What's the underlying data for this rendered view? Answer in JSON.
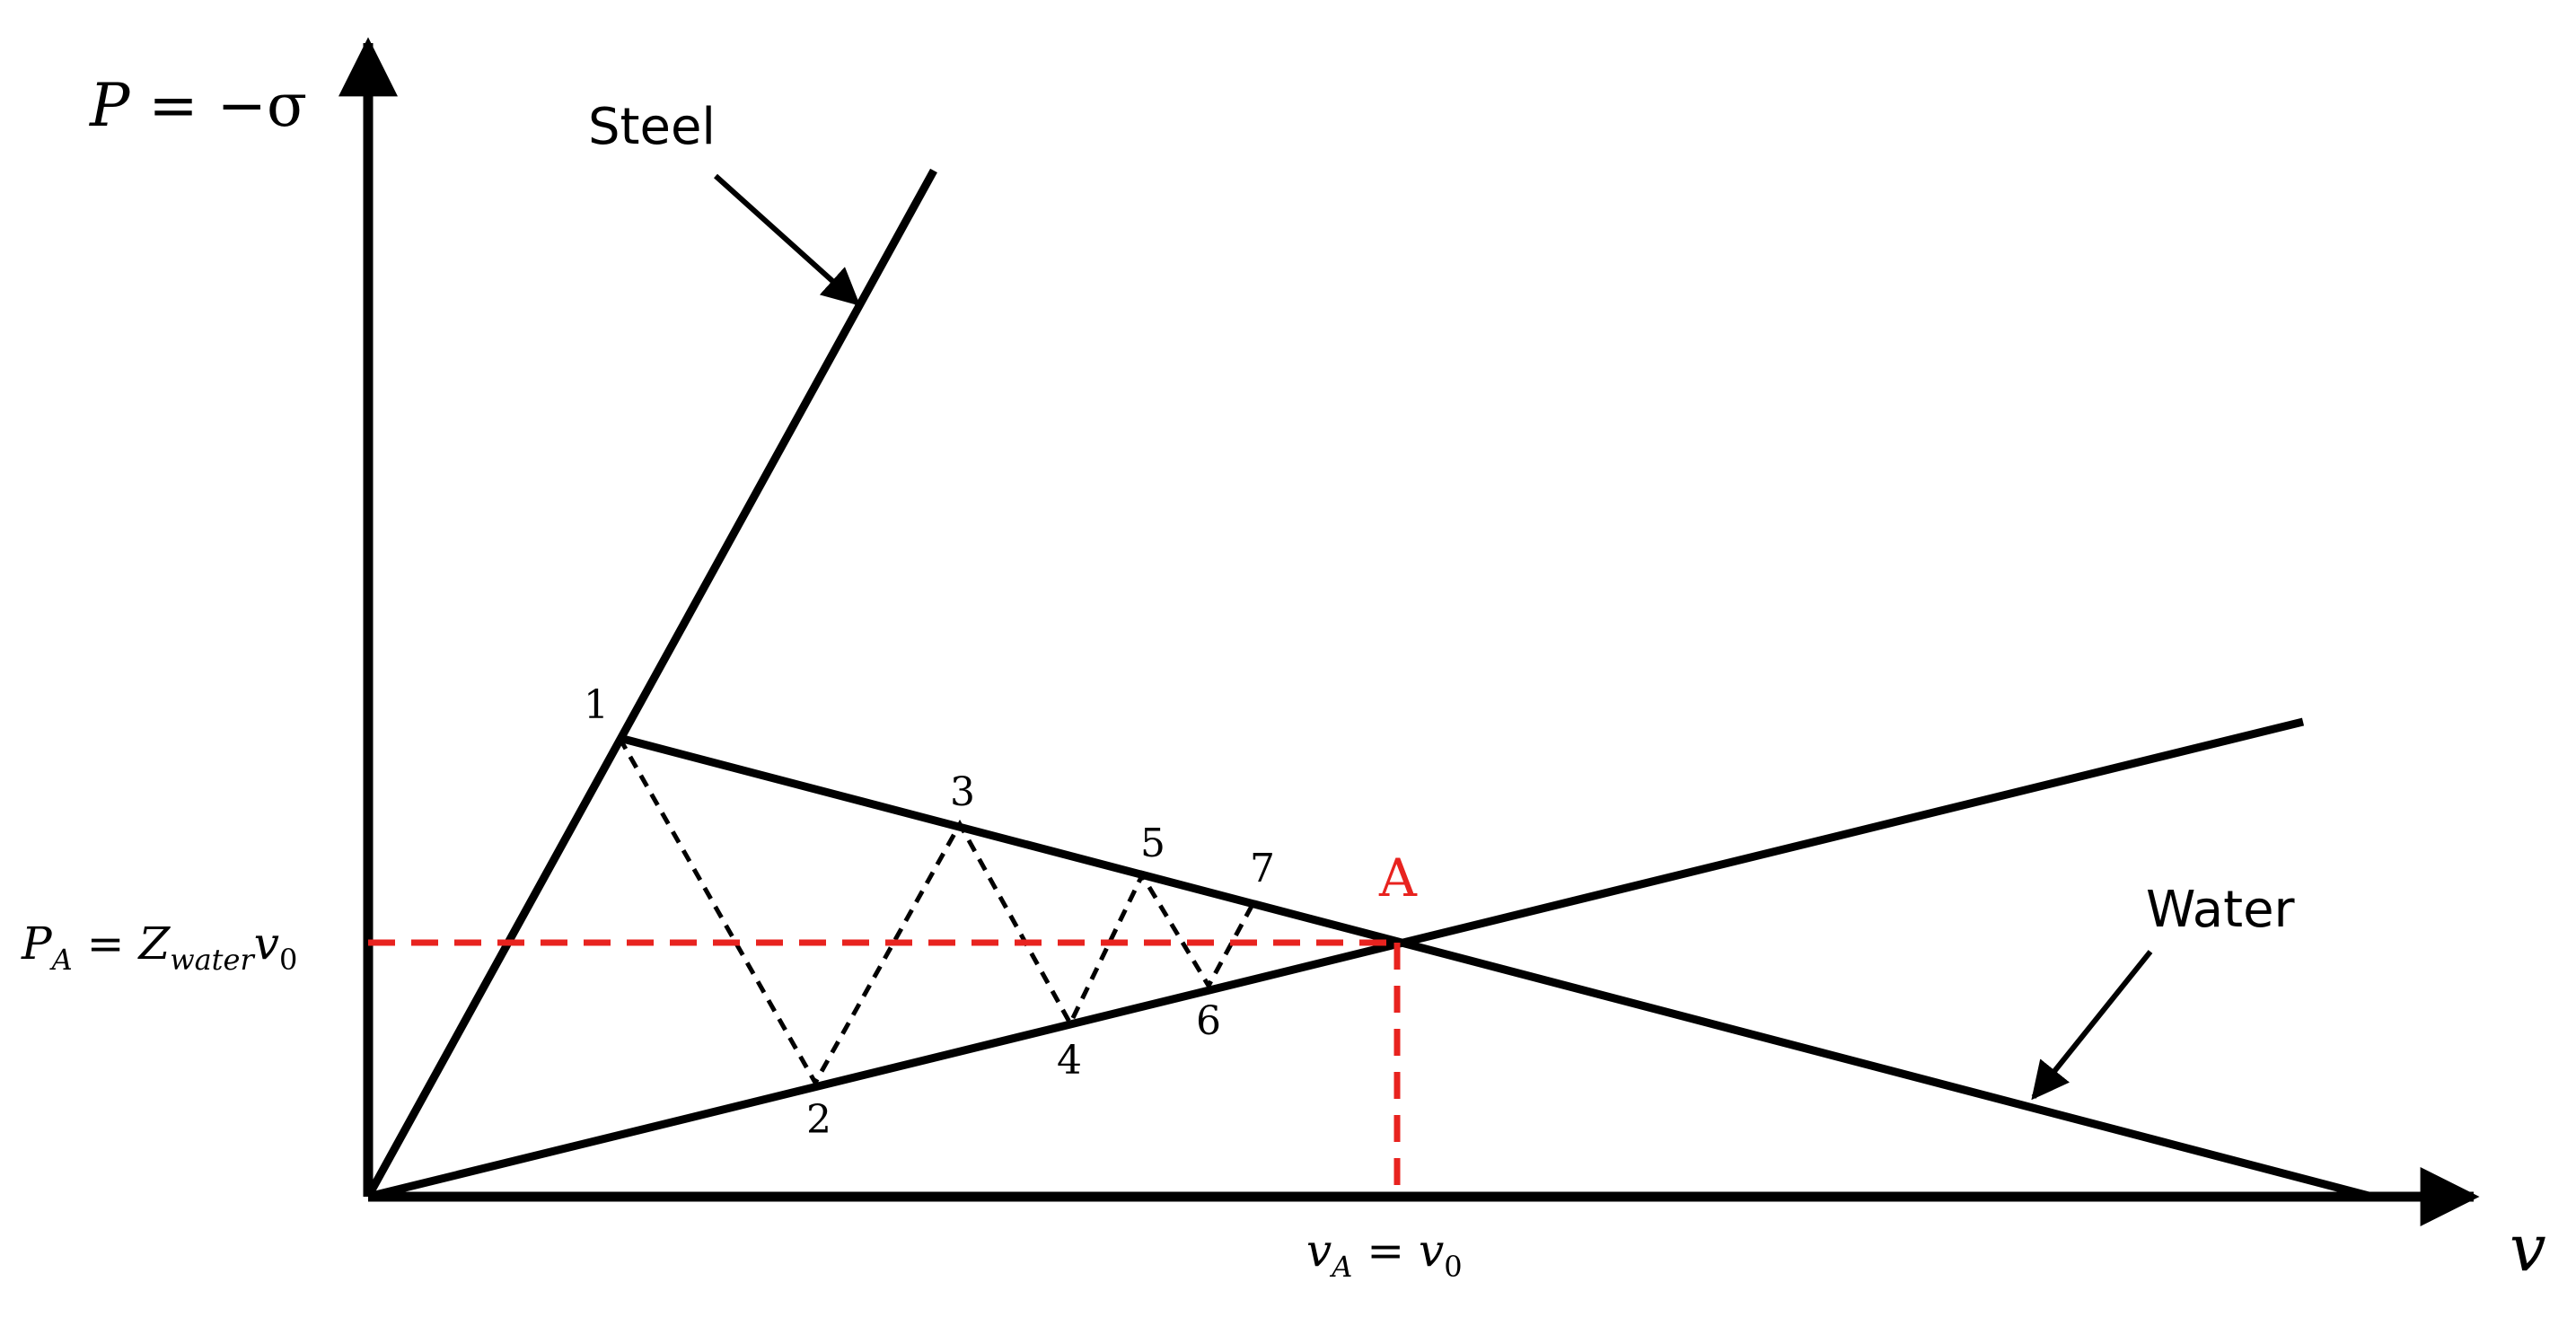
{
  "colors": {
    "ink": "#000000",
    "highlight": "#e8231f",
    "background": "#ffffff"
  },
  "axes": {
    "y_label": {
      "symbol": "P",
      "rest": " = −σ"
    },
    "x_label": "v"
  },
  "curves": {
    "steel_label": "Steel",
    "water_label": "Water"
  },
  "states": [
    "1",
    "2",
    "3",
    "4",
    "5",
    "6",
    "7"
  ],
  "equilibrium": {
    "label": "A",
    "p_label": {
      "base": "P",
      "base_sub": "A",
      "eq": " = ",
      "z": "Z",
      "z_sub": "water",
      "v": "v",
      "v_sub": "0"
    },
    "v_label": {
      "base": "v",
      "base_sub": "A",
      "eq": " = ",
      "v": "v",
      "v_sub": "0"
    }
  }
}
